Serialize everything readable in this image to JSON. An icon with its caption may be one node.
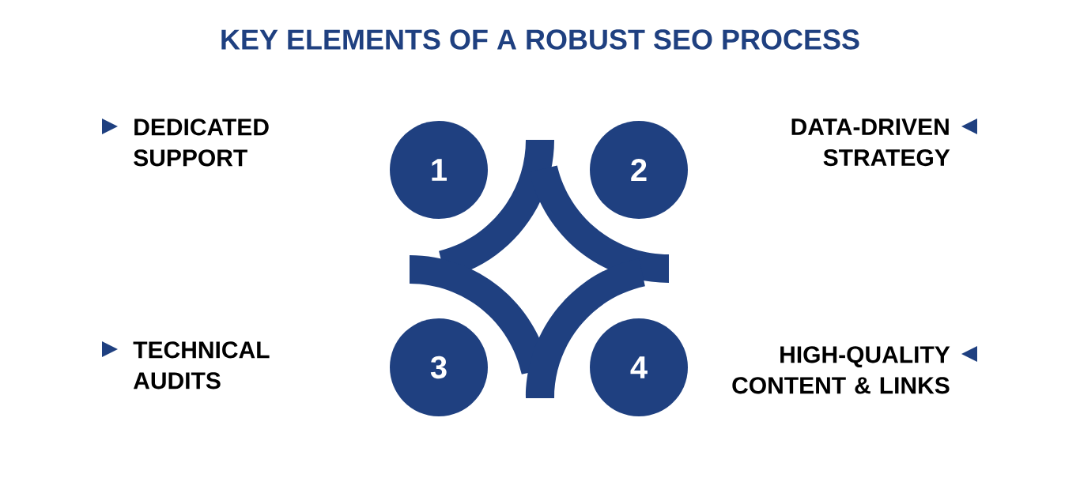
{
  "diagram": {
    "title": "KEY ELEMENTS OF A ROBUST SEO PROCESS",
    "nodes": [
      {
        "text": [
          "1"
        ]
      },
      {
        "text": [
          "2"
        ]
      },
      {
        "text": [
          "3"
        ]
      },
      {
        "text": [
          "4"
        ]
      }
    ],
    "labels": [
      "DEDICATED SUPPORT",
      "DATA-DRIVEN STRATEGY",
      "TECHNICAL AUDITS",
      "HIGH-QUALITY CONTENT & LINKS"
    ]
  }
}
